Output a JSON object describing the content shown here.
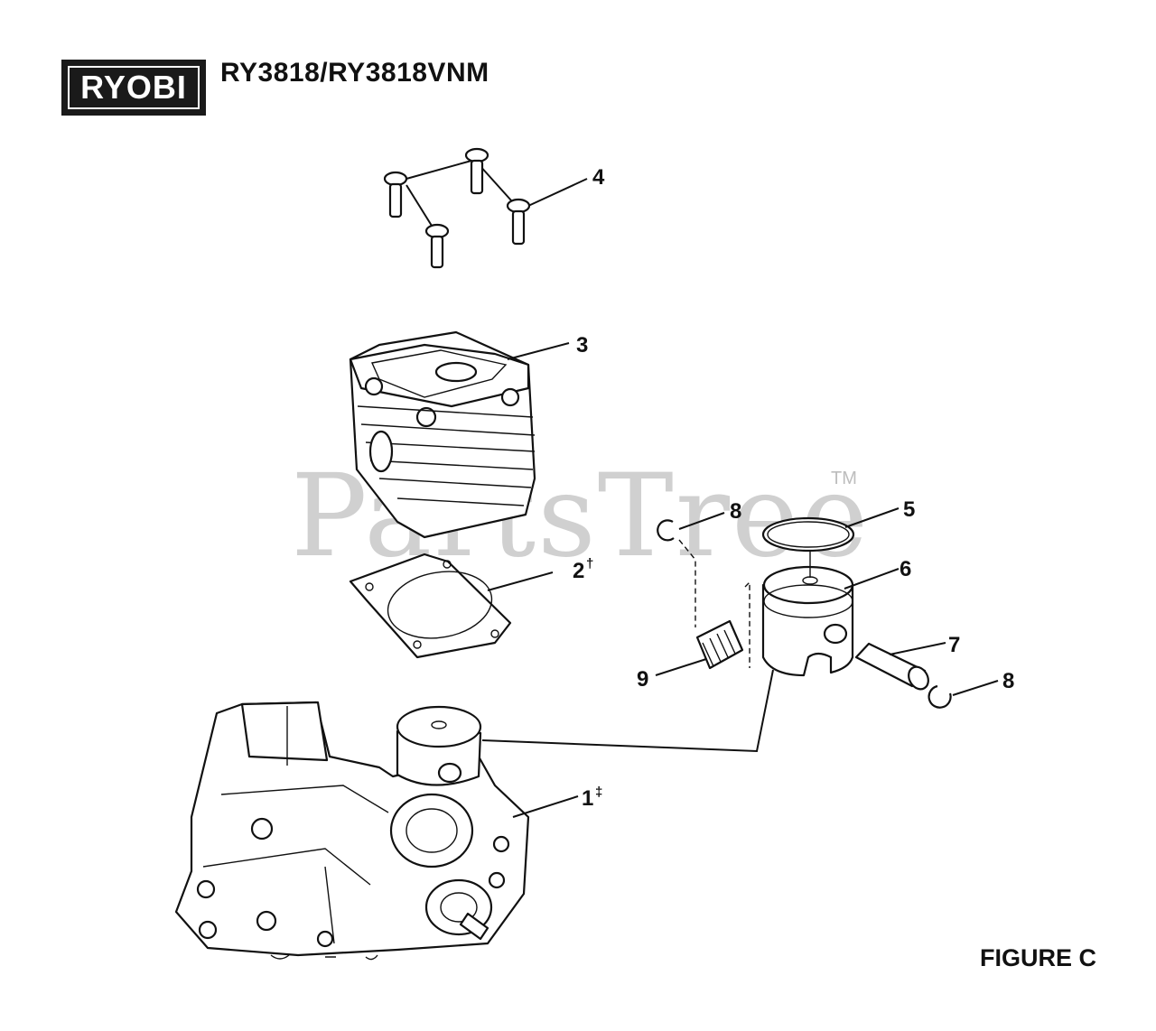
{
  "header": {
    "brand_logo_text": "RYOBI",
    "model_title": "RY3818/RY3818VNM"
  },
  "figure": {
    "label": "FIGURE C"
  },
  "watermark": {
    "text": "PartsTree",
    "trademark": "TM"
  },
  "callouts": [
    {
      "id": "1",
      "label": "1",
      "mark": "‡",
      "part": "crankcase-assembly"
    },
    {
      "id": "2",
      "label": "2",
      "mark": "†",
      "part": "cylinder-gasket"
    },
    {
      "id": "3",
      "label": "3",
      "mark": "",
      "part": "cylinder"
    },
    {
      "id": "4",
      "label": "4",
      "mark": "",
      "part": "cylinder-screws"
    },
    {
      "id": "5",
      "label": "5",
      "mark": "",
      "part": "piston-ring"
    },
    {
      "id": "6",
      "label": "6",
      "mark": "",
      "part": "piston"
    },
    {
      "id": "7",
      "label": "7",
      "mark": "",
      "part": "piston-pin"
    },
    {
      "id": "8a",
      "label": "8",
      "mark": "",
      "part": "circlip-left"
    },
    {
      "id": "8b",
      "label": "8",
      "mark": "",
      "part": "circlip-right"
    },
    {
      "id": "9",
      "label": "9",
      "mark": "",
      "part": "needle-bearing"
    }
  ],
  "colors": {
    "ink": "#111111",
    "logo_bg": "#1a1a1a",
    "watermark": "#c8c8c8"
  }
}
